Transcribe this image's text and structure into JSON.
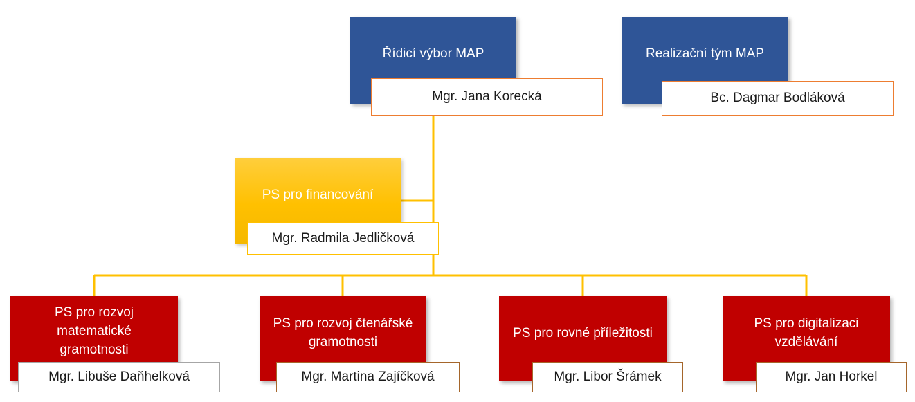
{
  "colors": {
    "top_box": "#2F5597",
    "finance_box": "#FFC000",
    "work_group_box": "#C00000",
    "connector": "#FFC000"
  },
  "top": {
    "steering": {
      "title": "Řídicí výbor MAP",
      "person": "Mgr. Jana Korecká"
    },
    "implementation": {
      "title": "Realizační tým MAP",
      "person": "Bc. Dagmar Bodláková"
    }
  },
  "finance": {
    "title": "PS pro financování",
    "person": "Mgr. Radmila Jedličková"
  },
  "groups": [
    {
      "title": "PS pro rozvoj matematické gramotnosti",
      "person": "Mgr. Libuše Daňhelková"
    },
    {
      "title": "PS pro rozvoj čtenářské gramotnosti",
      "person": "Mgr. Martina Zajíčková"
    },
    {
      "title": "PS pro rovné příležitosti",
      "person": "Mgr. Libor Šrámek"
    },
    {
      "title": "PS pro digitalizaci vzdělávání",
      "person": "Mgr. Jan Horkel"
    }
  ]
}
